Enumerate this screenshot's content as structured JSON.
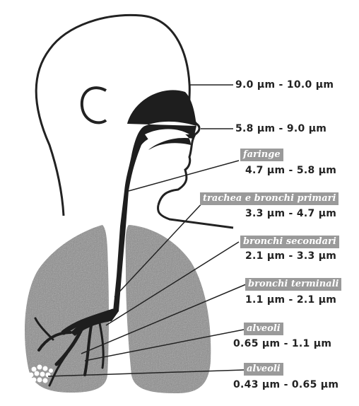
{
  "levels": [
    {
      "label": "",
      "range": "9.0 µm - 10.0 µm"
    },
    {
      "label": "",
      "range": "5.8 µm - 9.0 µm"
    },
    {
      "label": "faringe",
      "range": "4.7 µm - 5.8 µm"
    },
    {
      "label": "trachea e bronchi primari",
      "range": "3.3 µm - 4.7 µm"
    },
    {
      "label": "bronchi secondari",
      "range": "2.1 µm - 3.3 µm"
    },
    {
      "label": "bronchi terminali",
      "range": "1.1 µm - 2.1 µm"
    },
    {
      "label": "alveoli",
      "range": "0.65 µm - 1.1 µm"
    },
    {
      "label": "alveoli",
      "range": "0.43 µm - 0.65 µm"
    }
  ],
  "colors": {
    "outline": "#222222",
    "airway": "#1e1e1e",
    "lung": "#8a8a8a",
    "label_bg": "#9a9a9a"
  }
}
